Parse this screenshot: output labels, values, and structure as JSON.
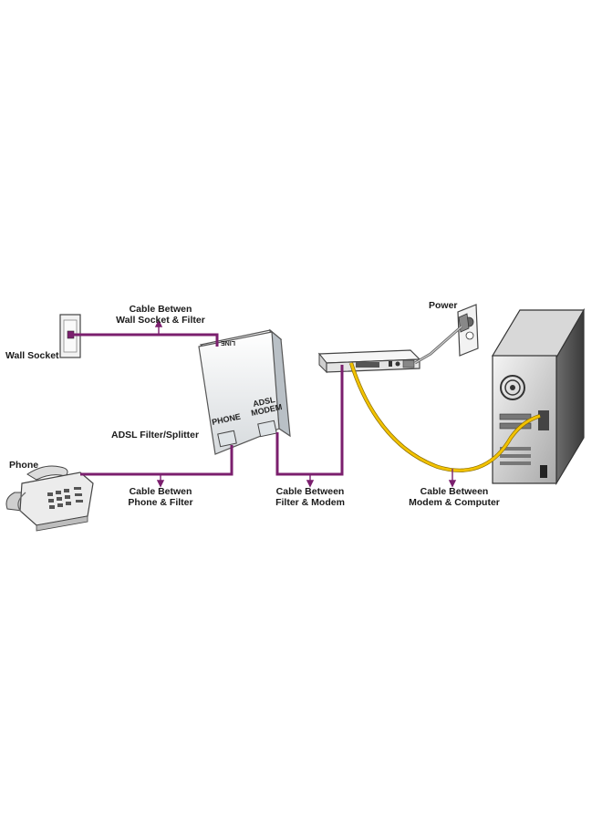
{
  "labels": {
    "wall_socket": "Wall Socket",
    "phone": "Phone",
    "adsl_filter": "ADSL Filter/Splitter",
    "power": "Power",
    "cable_wall_filter_1": "Cable Betwen",
    "cable_wall_filter_2": "Wall Socket & Filter",
    "cable_phone_filter_1": "Cable Betwen",
    "cable_phone_filter_2": "Phone & Filter",
    "cable_filter_modem_1": "Cable Between",
    "cable_filter_modem_2": "Filter & Modem",
    "cable_modem_computer_1": "Cable Between",
    "cable_modem_computer_2": "Modem & Computer"
  },
  "device_text": {
    "filter_line": "LINE",
    "filter_phone": "PHONE",
    "filter_adsl": "ADSL",
    "filter_modem": "MODEM"
  },
  "colors": {
    "phone_cable": "#7b1f6e",
    "ethernet_cable": "#f2c200",
    "device_outline": "#555555"
  }
}
